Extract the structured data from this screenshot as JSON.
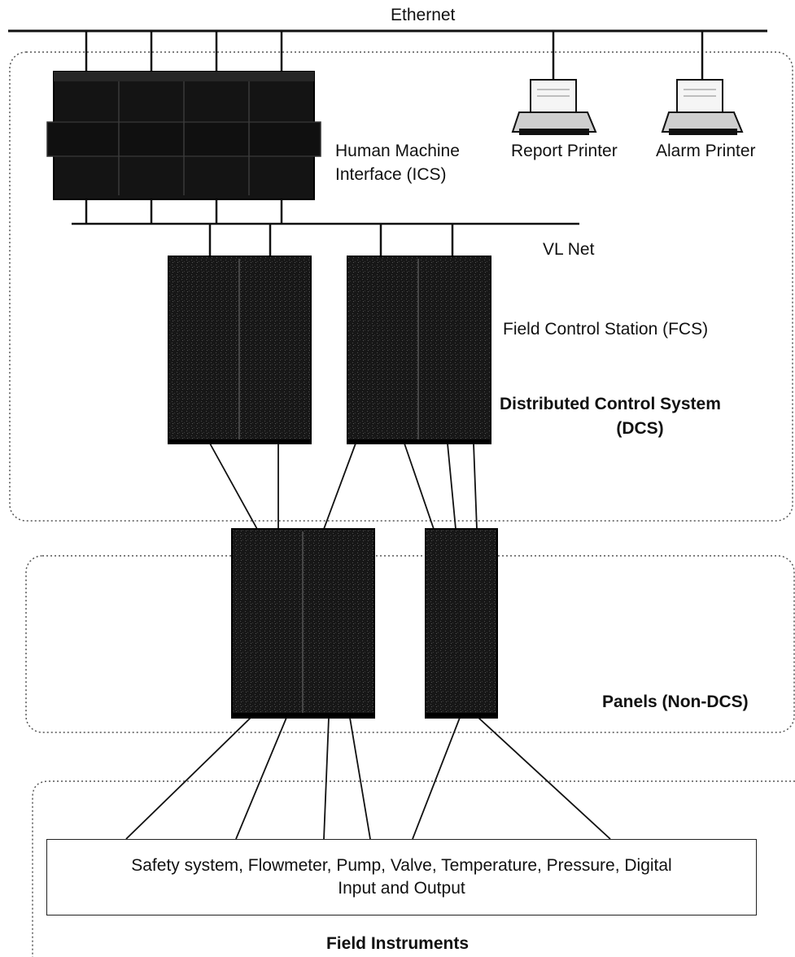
{
  "network": {
    "ethernet_label": "Ethernet",
    "vlnet_label": "VL Net"
  },
  "hmi": {
    "label_line1": "Human Machine",
    "label_line2": "Interface (ICS)"
  },
  "printers": {
    "report": "Report Printer",
    "alarm": "Alarm Printer"
  },
  "fcs": {
    "label": "Field Control Station (FCS)"
  },
  "dcs": {
    "title_line1": "Distributed Control System",
    "title_line2": "(DCS)"
  },
  "panels": {
    "title": "Panels (Non-DCS)"
  },
  "field": {
    "box_line1": "Safety system, Flowmeter, Pump, Valve, Temperature, Pressure, Digital",
    "box_line2": "Input and Output",
    "title": "Field Instruments"
  },
  "colors": {
    "cabinet": "#151515",
    "line": "#222222",
    "region_border": "#555555"
  }
}
